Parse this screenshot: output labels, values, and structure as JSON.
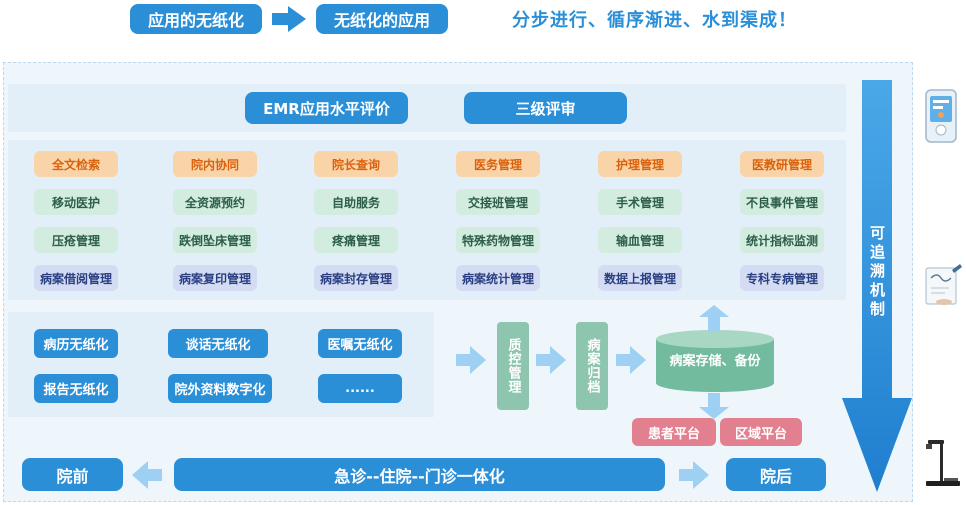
{
  "header": {
    "from_label": "应用的无纸化",
    "to_label": "无纸化的应用",
    "slogan": "分步进行、循序渐进、水到渠成！"
  },
  "evaluation": {
    "emr_label": "EMR应用水平评价",
    "tier_label": "三级评审"
  },
  "modules": [
    [
      "全文检索",
      "院内协同",
      "院长查询",
      "医务管理",
      "护理管理",
      "医教研管理"
    ],
    [
      "移动医护",
      "全资源预约",
      "自助服务",
      "交接班管理",
      "手术管理",
      "不良事件管理"
    ],
    [
      "压疮管理",
      "跌倒坠床管理",
      "疼痛管理",
      "特殊药物管理",
      "输血管理",
      "统计指标监测"
    ],
    [
      "病案借阅管理",
      "病案复印管理",
      "病案封存管理",
      "病案统计管理",
      "数据上报管理",
      "专科专病管理"
    ]
  ],
  "paperless": {
    "row1": [
      "病历无纸化",
      "谈话无纸化",
      "医嘱无纸化"
    ],
    "row2": [
      "报告无纸化",
      "院外资料数字化",
      "......"
    ]
  },
  "flow": {
    "qc": "质控管理",
    "archive": "病案归档",
    "storage": "病案存储、备份",
    "patient_platform": "患者平台",
    "region_platform": "区域平台"
  },
  "bottom": {
    "before": "院前",
    "integration": "急诊--住院--门诊一体化",
    "after": "院后"
  },
  "traceability": "可追溯机制",
  "colors": {
    "primary_blue": "#2b8fd8",
    "arrow_light_blue": "#9dd0f2",
    "orange_module_bg": "#f9d4a8",
    "orange_module_text": "#d9620f",
    "green_module_bg": "#d2ecdf",
    "purple_module_bg": "#d4dcf3",
    "green_box": "#8dc5ae",
    "pink_box": "#e3808f"
  },
  "icons": [
    "tablet-device-icon",
    "signature-pad-icon",
    "document-camera-icon"
  ]
}
